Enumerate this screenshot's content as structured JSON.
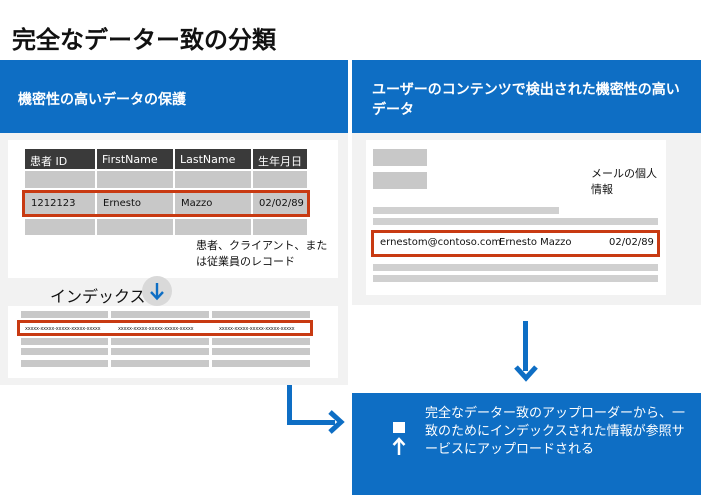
{
  "title": "完全なデーター致の分類",
  "left_panel": {
    "header": "機密性の高いデータの保護",
    "table": {
      "columns": [
        "患者 ID",
        "FirstName",
        "LastName",
        "生年月日"
      ],
      "highlighted_row": [
        "1212123",
        "Ernesto",
        "Mazzo",
        "02/02/89"
      ]
    },
    "note": "患者、クライアント、または従業員のレコード",
    "index_label": "インデックス",
    "hashed_row": [
      "xxxxx-xxxxx-xxxxx-xxxxx-xxxxx",
      "xxxxx-xxxxx-xxxxx-xxxxx-xxxxx",
      "xxxxx-xxxxx-xxxxx-xxxxx-xxxxx"
    ]
  },
  "right_panel": {
    "header": "ユーザーのコンテンツで検出された機密性の高いデータ",
    "doc_label": "メールの個人情報",
    "highlighted_row": [
      "ernestom@contoso.com",
      "Ernesto Mazzo",
      "02/02/89"
    ]
  },
  "upload_box": {
    "text": "完全なデーター致のアップローダーから、一致のためにインデックスされた情報が参照サービスにアップロードされる"
  },
  "colors": {
    "accent": "#0e6ec4",
    "highlight": "#c83a12",
    "panel": "#f2f2f2",
    "cell": "#c8c8c8",
    "header_cell": "#3a3a3a"
  }
}
